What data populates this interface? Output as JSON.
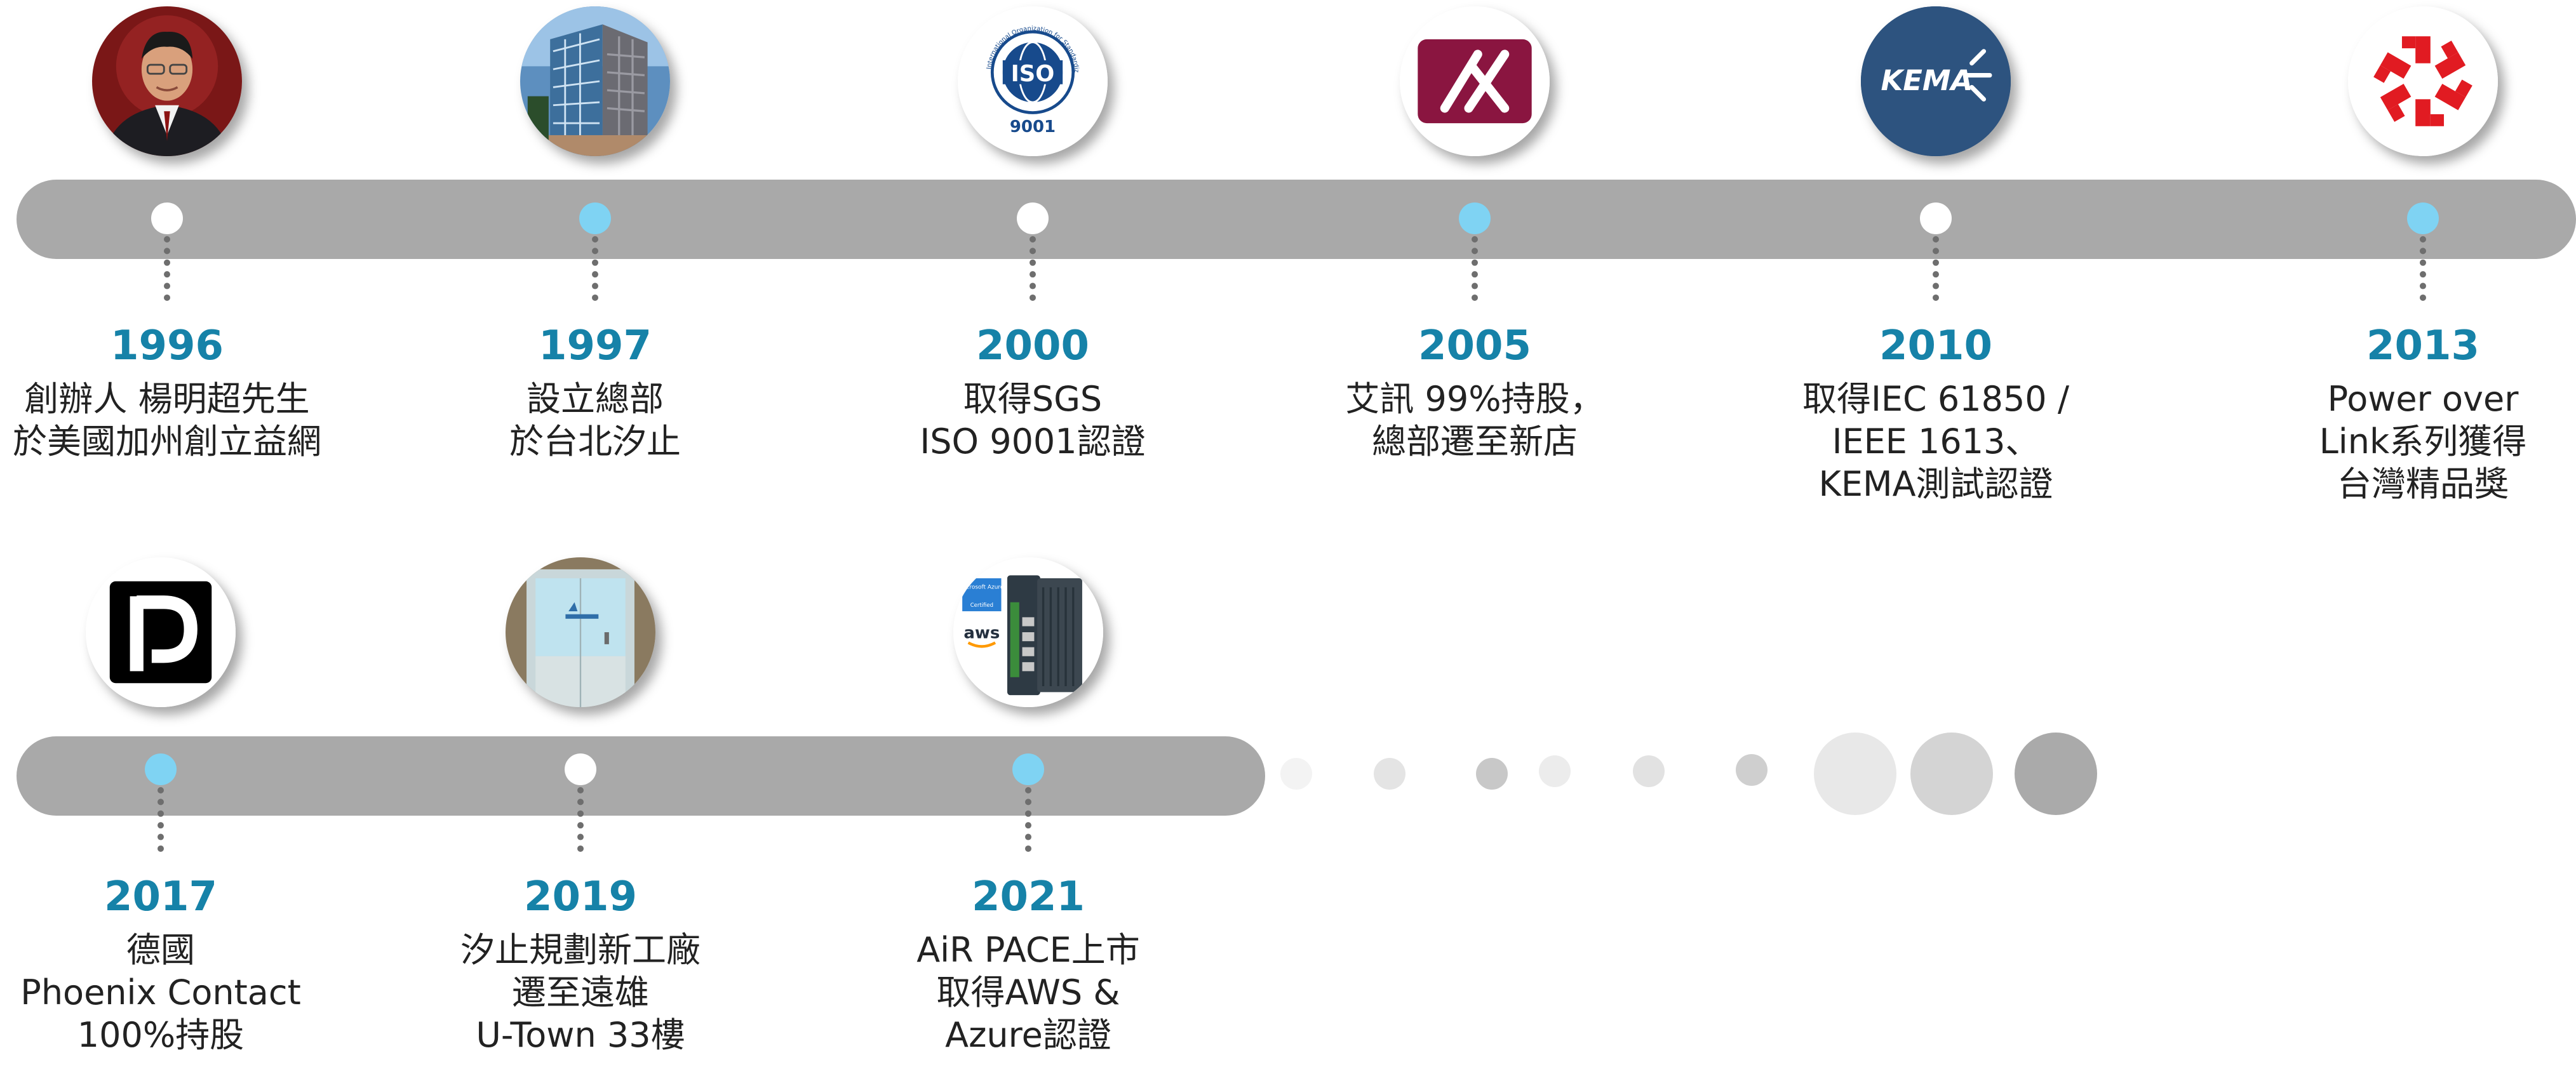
{
  "milestones": [
    {
      "year": "1996",
      "description": "創辦人 楊明超先生\n於美國加州創立益網",
      "logo": "founder-portrait",
      "dot": "white"
    },
    {
      "year": "1997",
      "description": "設立總部\n於台北汐止",
      "logo": "headquarters-building",
      "dot": "blue"
    },
    {
      "year": "2000",
      "description": "取得SGS\nISO 9001認證",
      "logo": "iso-9001-seal",
      "logo_text": {
        "main": "ISO",
        "sub": "9001",
        "ring": "International Organization for Standardization"
      },
      "dot": "white"
    },
    {
      "year": "2005",
      "description": "艾訊 99%持股，\n總部遷至新店",
      "logo": "axiomtek-logo",
      "dot": "blue"
    },
    {
      "year": "2010",
      "description": "取得IEC 61850 /\nIEEE 1613、\nKEMA測試認證",
      "logo": "kema-logo",
      "logo_text": {
        "main": "KEMA"
      },
      "dot": "white"
    },
    {
      "year": "2013",
      "description": "Power over\nLink系列獲得\n台灣精品獎",
      "logo": "taiwan-excellence-logo",
      "dot": "blue"
    },
    {
      "year": "2017",
      "description": "德國\nPhoenix Contact\n100%持股",
      "logo": "phoenix-contact-logo",
      "dot": "blue"
    },
    {
      "year": "2019",
      "description": "汐止規劃新工廠\n遷至遠雄\nU-Town 33樓",
      "logo": "office-entrance-photo",
      "dot": "white"
    },
    {
      "year": "2021",
      "description": "AiR PACE上市\n取得AWS &\nAzure認證",
      "logo": "air-pace-device",
      "logo_text": {
        "azure": "Microsoft Azure",
        "certified": "Certified",
        "aws": "aws"
      },
      "dot": "blue"
    }
  ],
  "colors": {
    "bar": "#a9a9a9",
    "year": "#1682a8",
    "dot_blue": "#7fd3f3",
    "dot_white": "#ffffff",
    "text": "#222222"
  }
}
